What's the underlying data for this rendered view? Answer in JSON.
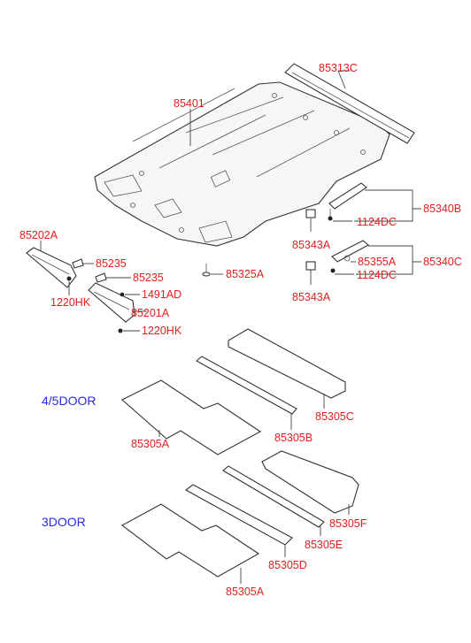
{
  "sections": [
    {
      "id": "45door",
      "label": "4/5DOOR",
      "color": "#2a2ae0"
    },
    {
      "id": "3door",
      "label": "3DOOR",
      "color": "#2a2ae0"
    }
  ],
  "label_color": "#e0201e",
  "parts": {
    "p85313C": "85313C",
    "p85401": "85401",
    "p85340B": "85340B",
    "p1124DC_a": "1124DC",
    "p85343A_a": "85343A",
    "p85355A": "85355A",
    "p85340C": "85340C",
    "p1124DC_b": "1124DC",
    "p85343A_b": "85343A",
    "p85202A": "85202A",
    "p85235_a": "85235",
    "p85235_b": "85235",
    "p85325A": "85325A",
    "p1220HK_a": "1220HK",
    "p1491AD": "1491AD",
    "p85201A": "85201A",
    "p1220HK_b": "1220HK",
    "p85305C": "85305C",
    "p85305B": "85305B",
    "p85305A_a": "85305A",
    "p85305F": "85305F",
    "p85305E": "85305E",
    "p85305D": "85305D",
    "p85305A_b": "85305A"
  }
}
